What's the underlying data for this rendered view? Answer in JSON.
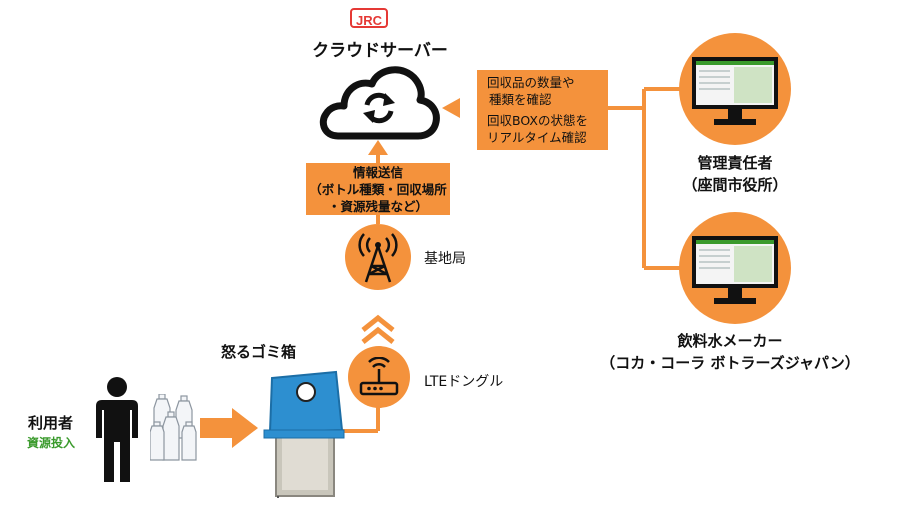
{
  "logo": {
    "text": "JRC",
    "color": "#e53935"
  },
  "cloud": {
    "title": "クラウドサーバー",
    "icon": "refresh-icon"
  },
  "colors": {
    "accent": "#f4923c",
    "dark": "#111111",
    "green": "#3a9a2c"
  },
  "confirm_box": {
    "line1": "回収品の数量や",
    "line2": "種類を確認",
    "line3": "回収BOXの状態を",
    "line4": "リアルタイム確認"
  },
  "send_box": {
    "title": "情報送信",
    "line2": "（ボトル種類・回収場所",
    "line3": "・資源残量など）"
  },
  "base_station": {
    "label": "基地局"
  },
  "dongle": {
    "label": "LTEドングル"
  },
  "bin": {
    "title": "怒るゴミ箱"
  },
  "user": {
    "title": "利用者",
    "subtitle": "資源投入"
  },
  "manager": {
    "line1": "管理責任者",
    "line2": "（座間市役所）"
  },
  "maker": {
    "line1": "飲料水メーカー",
    "line2": "（コカ・コーラ ボトラーズジャパン）"
  }
}
